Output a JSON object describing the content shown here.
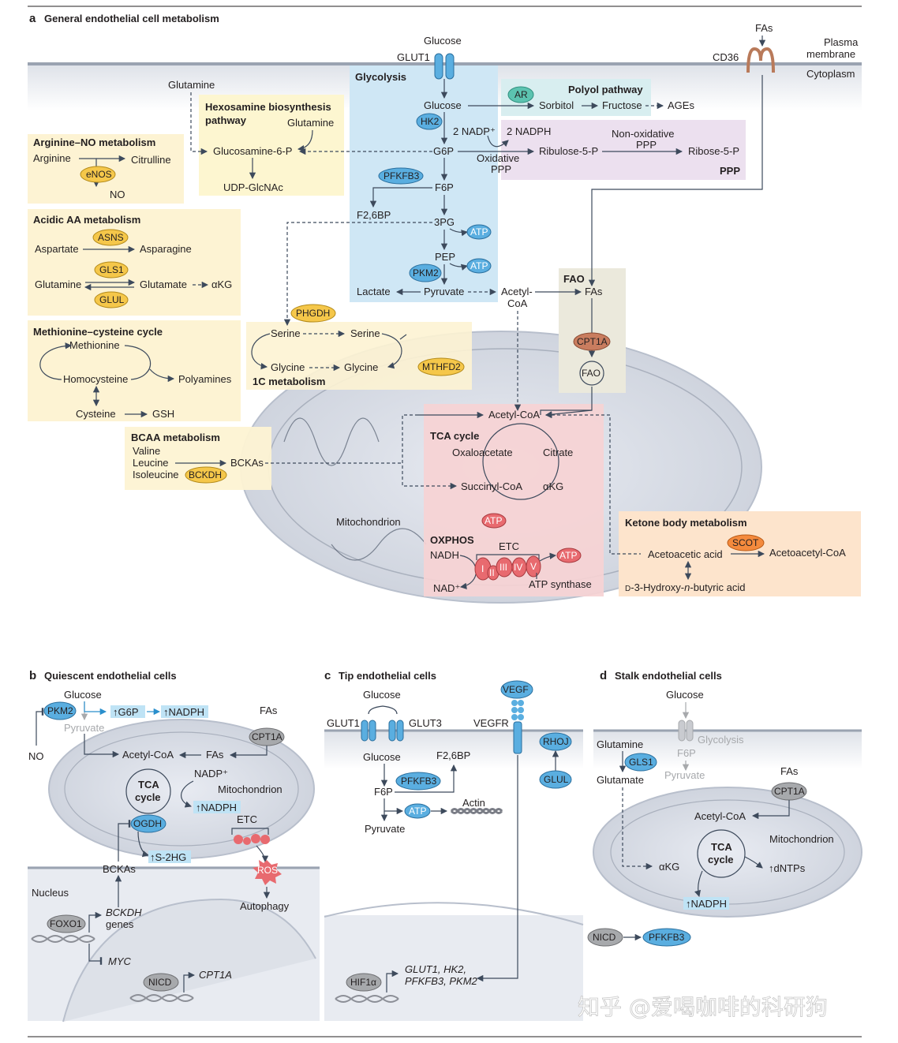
{
  "colors": {
    "glycolysis": "#cfe7f5",
    "yellow_box": "#fdf3d3",
    "polyol": "#d8eef0",
    "ppp": "#ece0ef",
    "tca": "#f6d2d4",
    "ketone": "#fde4cc",
    "fao": "#ebe9dc",
    "enzyme_blue": "#5aaee0",
    "enzyme_yellow": "#f5c74a",
    "atp_red": "#e86a6f",
    "membrane": "#c6ccd6"
  },
  "panel_a": {
    "letter": "a",
    "title": "General endothelial cell metabolism",
    "glucose": "Glucose",
    "glut1": "GLUT1",
    "fas_top": "FAs",
    "cd36": "CD36",
    "plasma_membrane": "Plasma membrane",
    "plasma": "Plasma",
    "membrane": "membrane",
    "cytoplasm": "Cytoplasm",
    "glycolysis": "Glycolysis",
    "glucose_in": "Glucose",
    "hk2": "HK2",
    "g6p": "G6P",
    "pfkfb3": "PFKFB3",
    "f6p": "F6P",
    "f26bp": "F2,6BP",
    "pg3": "3PG",
    "atp1": "ATP",
    "pep": "PEP",
    "atp2": "ATP",
    "pkm2": "PKM2",
    "lactate": "Lactate",
    "pyruvate": "Pyruvate",
    "acetyl_coa_1": "Acetyl-",
    "acetyl_coa_2": "CoA",
    "polyol_title": "Polyol pathway",
    "ar": "AR",
    "sorbitol": "Sorbitol",
    "fructose": "Fructose",
    "ages": "AGEs",
    "nadp_in": "2 NADP⁺",
    "nadph_out": "2 NADPH",
    "oxidative_1": "Oxidative",
    "oxidative_2": "PPP",
    "ribulose": "Ribulose-5-P",
    "nonox_1": "Non-oxidative",
    "nonox_2": "PPP",
    "ribose": "Ribose-5-P",
    "ppp": "PPP",
    "glutamine_top": "Glutamine",
    "hex_title_1": "Hexosamine biosynthesis",
    "hex_title_2": "pathway",
    "hex_glutamine": "Glutamine",
    "glucosamine": "Glucosamine-6-P",
    "udp": "UDP-GlcNAc",
    "arg_title": "Arginine–NO metabolism",
    "arginine": "Arginine",
    "citrulline": "Citrulline",
    "enos": "eNOS",
    "no": "NO",
    "acidic_title": "Acidic AA metabolism",
    "asns": "ASNS",
    "aspartate": "Aspartate",
    "asparagine": "Asparagine",
    "gls1": "GLS1",
    "glutamine_aa": "Glutamine",
    "glutamate": "Glutamate",
    "akg_aa": "αKG",
    "glul": "GLUL",
    "met_title": "Methionine–cysteine cycle",
    "methionine": "Methionine",
    "homocysteine": "Homocysteine",
    "polyamines": "Polyamines",
    "cysteine": "Cysteine",
    "gsh": "GSH",
    "phgdh": "PHGDH",
    "serine1": "Serine",
    "serine2": "Serine",
    "glycine1": "Glycine",
    "glycine2": "Glycine",
    "mthfd2": "MTHFD2",
    "one_c_title": "1C metabolism",
    "fao_title": "FAO",
    "fas_fao": "FAs",
    "cpt1a": "CPT1A",
    "fao_circle": "FAO",
    "acetyl_coa_tca": "Acetyl-CoA",
    "tca_title": "TCA cycle",
    "oxaloacetate": "Oxaloacetate",
    "citrate": "Citrate",
    "succinyl": "Succinyl-CoA",
    "akg_tca": "αKG",
    "atp_tca": "ATP",
    "bcaa_title": "BCAA metabolism",
    "valine": "Valine",
    "leucine": "Leucine",
    "isoleucine": "Isoleucine",
    "bckdh": "BCKDH",
    "bckas": "BCKAs",
    "mitochondrion": "Mitochondrion",
    "oxphos_title": "OXPHOS",
    "nadh": "NADH",
    "etc": "ETC",
    "nad": "NAD⁺",
    "complexes": [
      "I",
      "II",
      "III",
      "IV",
      "V"
    ],
    "atp_ox": "ATP",
    "atp_synthase": "ATP synthase",
    "ketone_title": "Ketone body metabolism",
    "acetoacetic": "Acetoacetic acid",
    "scot": "SCOT",
    "acetoacetyl": "Acetoacetyl-CoA",
    "hydroxy_1": "D",
    "hydroxy_2": "-3-Hydroxy-",
    "hydroxy_3": "n",
    "hydroxy_4": "-butyric acid"
  },
  "panel_b": {
    "letter": "b",
    "title": "Quiescent endothelial cells",
    "pkm2": "PKM2",
    "glucose": "Glucose",
    "pyruvate": "Pyruvate",
    "g6p": "↑G6P",
    "nadph": "↑NADPH",
    "no": "NO",
    "fas": "FAs",
    "cpt1a": "CPT1A",
    "acetyl_coa": "Acetyl-CoA",
    "fas_in": "FAs",
    "tca_1": "TCA",
    "tca_2": "cycle",
    "nadp": "NADP⁺",
    "mitochondrion": "Mitochondrion",
    "nadph2": "↑NADPH",
    "ogdh": "OGDH",
    "etc": "ETC",
    "s2hg": "↑S-2HG",
    "ros": "ROS",
    "bckas": "BCKAs",
    "autophagy": "Autophagy",
    "nucleus": "Nucleus",
    "foxo1": "FOXO1",
    "bckdh_genes_1": "BCKDH",
    "bckdh_genes_2": "genes",
    "myc": "MYC",
    "nicd": "NICD",
    "cpt1a_gene": "CPT1A"
  },
  "panel_c": {
    "letter": "c",
    "title": "Tip endothelial cells",
    "glucose_top": "Glucose",
    "glut1": "GLUT1",
    "glut3": "GLUT3",
    "vegf": "VEGF",
    "vegfr": "VEGFR",
    "glucose": "Glucose",
    "f26bp": "F2,6BP",
    "pfkfb3": "PFKFB3",
    "f6p": "F6P",
    "atp": "ATP",
    "actin": "Actin",
    "pyruvate": "Pyruvate",
    "rhoj": "RHOJ",
    "glul": "GLUL",
    "hif1a": "HIF1α",
    "genes_1": "GLUT1, HK2,",
    "genes_2": "PFKFB3, PKM2"
  },
  "panel_d": {
    "letter": "d",
    "title": "Stalk endothelial cells",
    "glucose": "Glucose",
    "glycolysis": "Glycolysis",
    "f6p": "F6P",
    "pyruvate": "Pyruvate",
    "glutamine": "Glutamine",
    "gls1": "GLS1",
    "glutamate": "Glutamate",
    "fas": "FAs",
    "cpt1a": "CPT1A",
    "acetyl_coa": "Acetyl-CoA",
    "mitochondrion": "Mitochondrion",
    "akg": "αKG",
    "tca_1": "TCA",
    "tca_2": "cycle",
    "dntps": "↑dNTPs",
    "nadph": "↑NADPH",
    "nicd": "NICD",
    "pfkfb3": "PFKFB3"
  },
  "watermark": "知乎 @爱喝咖啡的科研狗"
}
